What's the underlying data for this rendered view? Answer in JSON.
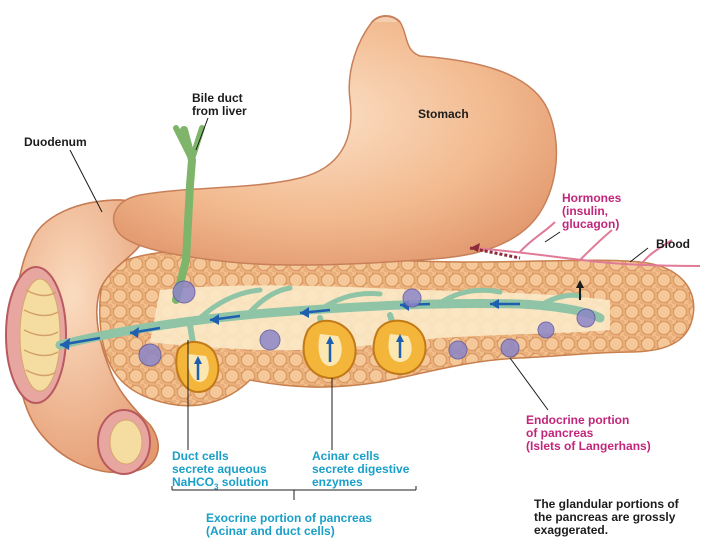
{
  "labels": {
    "bile_duct": [
      "Bile duct",
      "from liver"
    ],
    "stomach": "Stomach",
    "duodenum": "Duodenum",
    "hormones": [
      "Hormones",
      "(insulin,",
      "glucagon)"
    ],
    "blood": "Blood",
    "endocrine": [
      "Endocrine portion",
      "of pancreas",
      "(Islets of Langerhans)"
    ],
    "duct_cells": {
      "line1": "Duct cells",
      "line2": "secrete aqueous",
      "line3_pre": "NaHCO",
      "line3_sub": "3",
      "line3_post": " solution"
    },
    "acinar_cells": [
      "Acinar cells",
      "secrete digestive",
      "enzymes"
    ],
    "exocrine": [
      "Exocrine portion of pancreas",
      "(Acinar and duct cells)"
    ],
    "note": [
      "The glandular portions of",
      "the pancreas are grossly",
      "exaggerated."
    ]
  },
  "colors": {
    "stomach": "#f2b98e",
    "pancreas": "#f0c49a",
    "duct": "#8fc4a6",
    "islet": "#8c86c8",
    "hormone_label": "#c2267a",
    "exocrine_label": "#1a9fc8",
    "arrow": "#1f5fb0"
  }
}
